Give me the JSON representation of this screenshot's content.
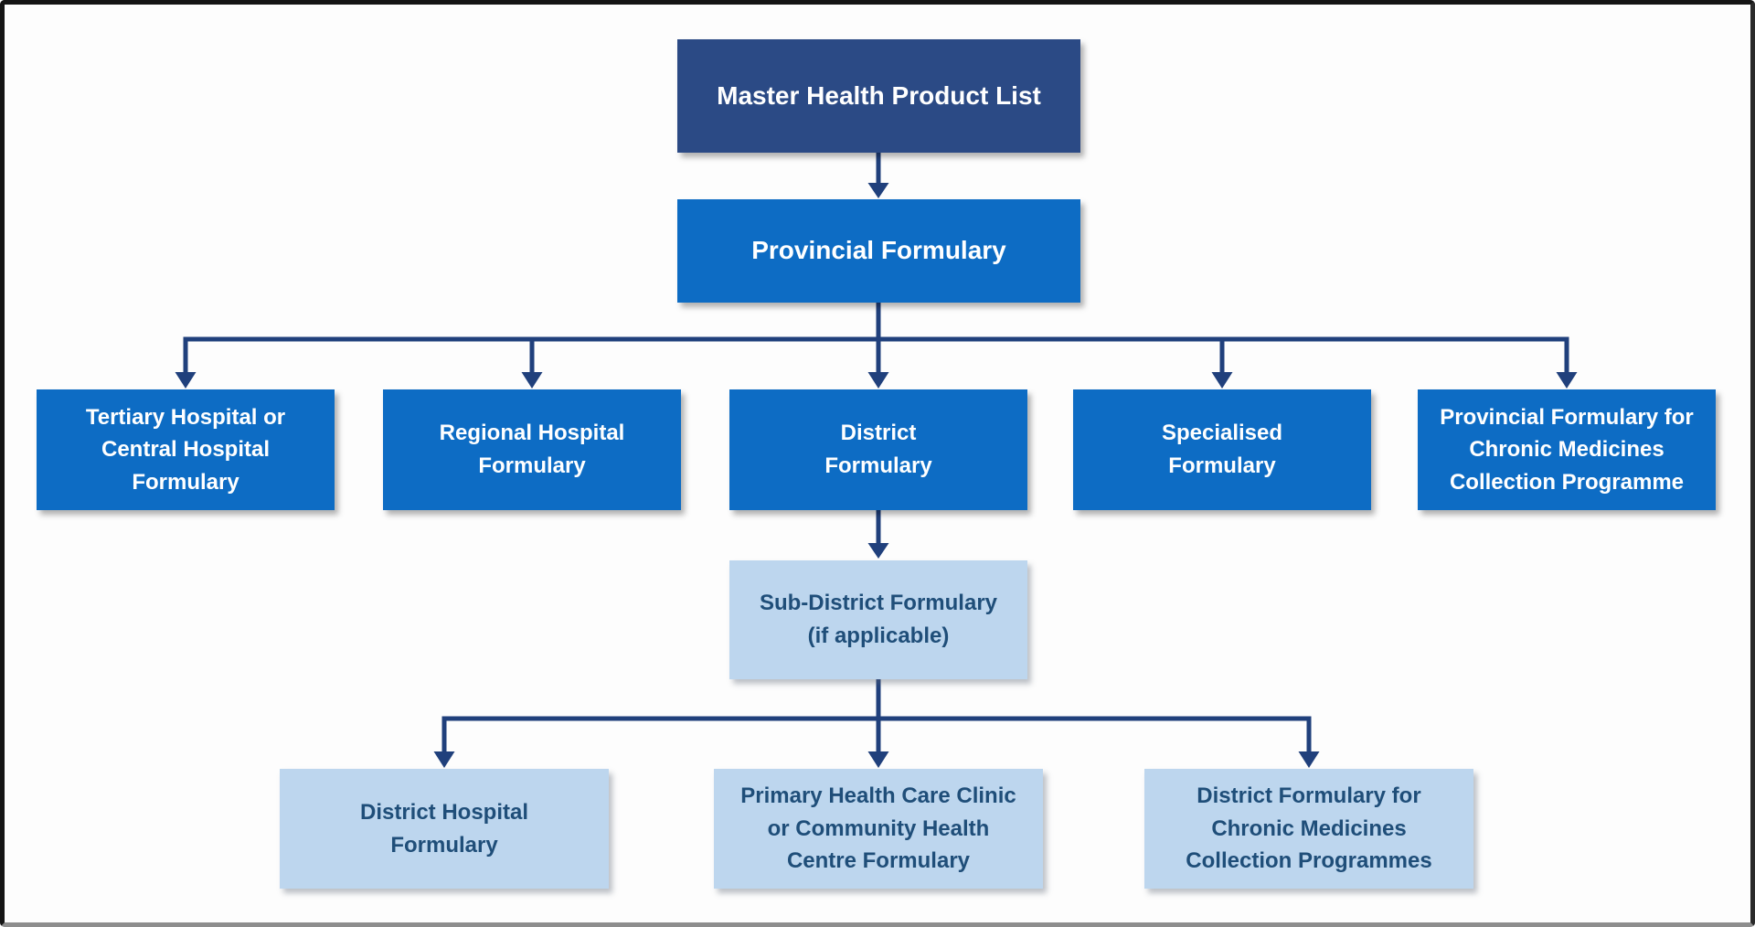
{
  "diagram": {
    "type": "flowchart",
    "background": "#fdfdfd",
    "colors": {
      "level1_fill": "#2B4A85",
      "level2_fill": "#0D6CC4",
      "level4_fill": "#BDD6EE",
      "light_box_text": "#1F4E79",
      "dark_box_text": "#FFFFFF",
      "connector": "#20407C",
      "frame_border": "#141414"
    },
    "nodes": {
      "master": {
        "lines": [
          "Master Health Product List"
        ]
      },
      "provincial": {
        "lines": [
          "Provincial Formulary"
        ]
      },
      "tertiary": {
        "lines": [
          "Tertiary Hospital or",
          "Central Hospital",
          "Formulary"
        ]
      },
      "regional": {
        "lines": [
          "Regional Hospital",
          "Formulary"
        ]
      },
      "district": {
        "lines": [
          "District",
          "Formulary"
        ]
      },
      "specialised": {
        "lines": [
          "Specialised",
          "Formulary"
        ]
      },
      "provincial_chronic": {
        "lines": [
          "Provincial Formulary for",
          "Chronic Medicines",
          "Collection Programme"
        ]
      },
      "subdistrict": {
        "lines": [
          "Sub-District Formulary",
          "(if applicable)"
        ]
      },
      "district_hospital": {
        "lines": [
          "District Hospital",
          "Formulary"
        ]
      },
      "phc_clinic": {
        "lines": [
          "Primary Health Care Clinic",
          "or Community Health",
          "Centre Formulary"
        ]
      },
      "district_chronic": {
        "lines": [
          "District Formulary for",
          "Chronic Medicines",
          "Collection Programmes"
        ]
      }
    }
  }
}
